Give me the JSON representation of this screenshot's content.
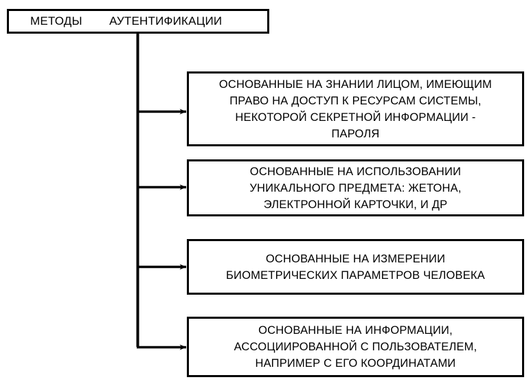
{
  "diagram": {
    "title": "МЕТОДЫ АУТЕНТИФИКАЦИИ",
    "type": "classification-tree",
    "orientation": "vertical-trunk-right-branches",
    "background_color": "#ffffff",
    "line_color": "#000000",
    "text_color": "#000000",
    "root": {
      "label": "МЕТОДЫ        АУТЕНТИФИКАЦИИ",
      "label_plain": "МЕТОДЫ АУТЕНТИФИКАЦИИ"
    },
    "branches": [
      {
        "index": 1,
        "label": "ОСНОВАННЫЕ НА ЗНАНИИ ЛИЦОМ, ИМЕЮЩИМ\nПРАВО НА ДОСТУП К РЕСУРСАМ СИСТЕМЫ,\nНЕКОТОРОЙ СЕКРЕТНОЙ ИНФОРМАЦИИ -\nПАРОЛЯ",
        "connector": "arrow-right"
      },
      {
        "index": 2,
        "label": "ОСНОВАННЫЕ НА ИСПОЛЬЗОВАНИИ\nУНИКАЛЬНОГО ПРЕДМЕТА: ЖЕТОНА,\nЭЛЕКТРОННОЙ КАРТОЧКИ, И ДР",
        "connector": "arrow-right"
      },
      {
        "index": 3,
        "label": "ОСНОВАННЫЕ НА ИЗМЕРЕНИИ\nБИОМЕТРИЧЕСКИХ ПАРАМЕТРОВ ЧЕЛОВЕКА",
        "connector": "arrow-right"
      },
      {
        "index": 4,
        "label": "ОСНОВАННЫЕ НА ИНФОРМАЦИИ,\nАССОЦИИРОВАННОЙ С ПОЛЬЗОВАТЕЛЕМ,\nНАПРИМЕР С ЕГО КООРДИНАТАМИ",
        "connector": "arrow-right"
      }
    ]
  }
}
